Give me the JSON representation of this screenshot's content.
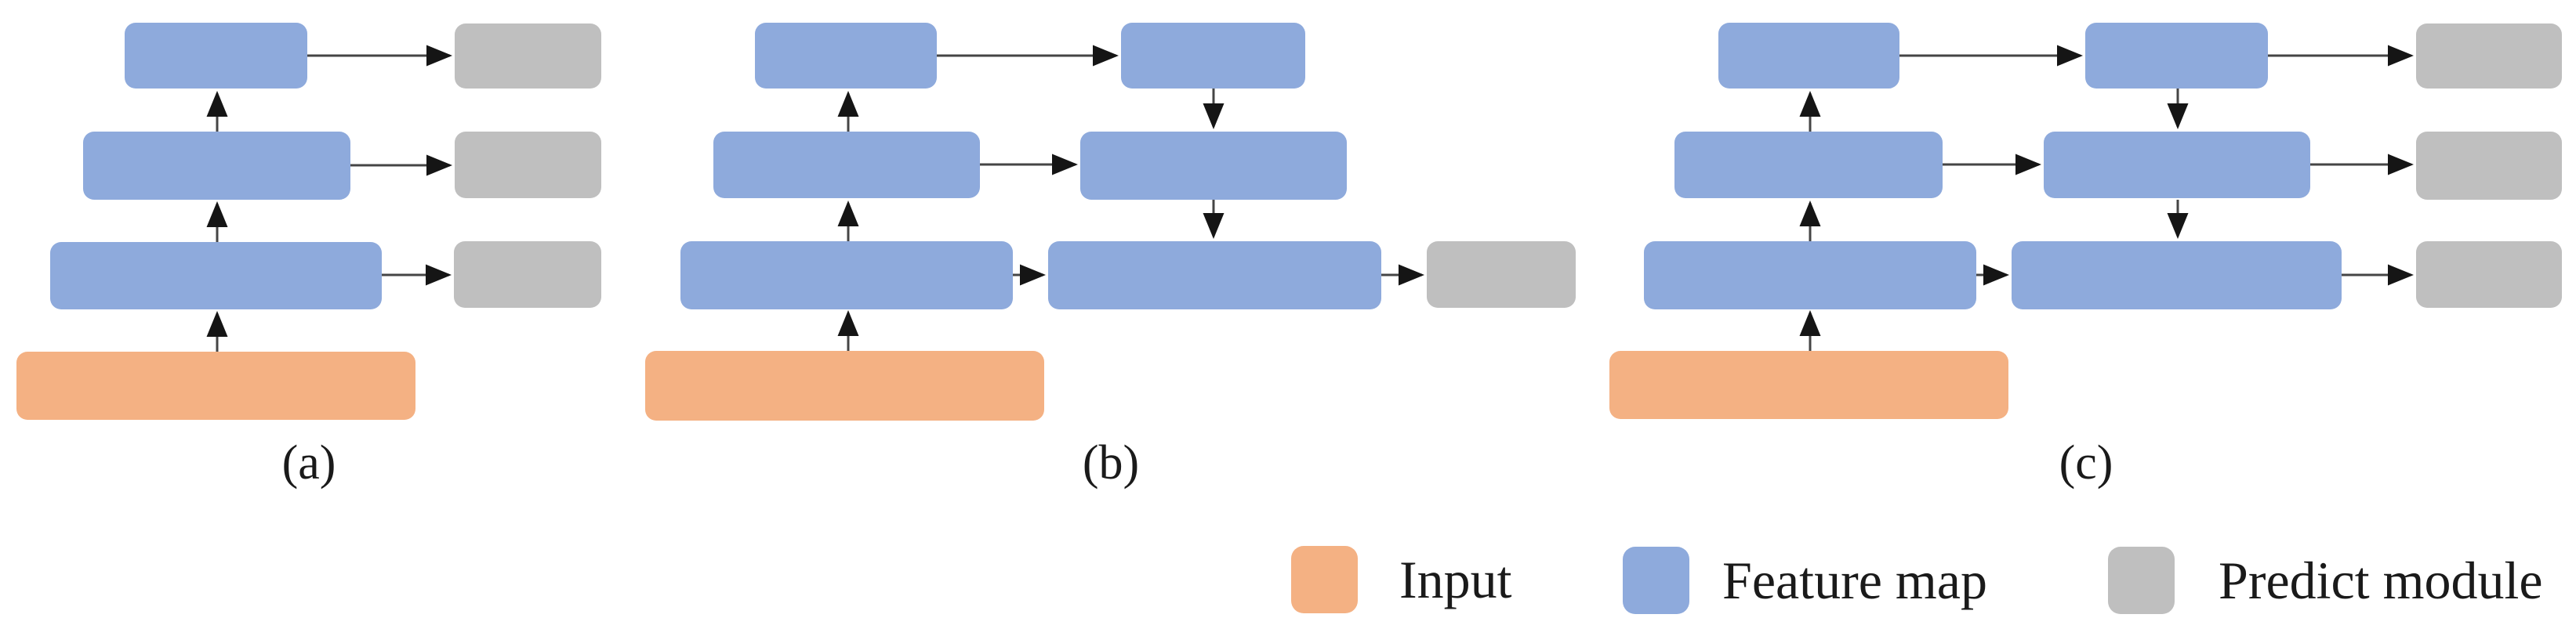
{
  "figure": {
    "panel_labels": {
      "a": "(a)",
      "b": "(b)",
      "c": "(c)"
    },
    "legend": {
      "items": [
        {
          "key": "input",
          "label": "Input"
        },
        {
          "key": "feature",
          "label": "Feature map"
        },
        {
          "key": "predict",
          "label": "Predict module"
        }
      ]
    },
    "colors": {
      "input": "#F4B183",
      "feature": "#8EAADC",
      "predict": "#BFBFBF",
      "arrow_line": "#454545",
      "arrow_head": "#151515",
      "background": "#FFFFFF",
      "text": "#1A1A1A"
    }
  }
}
